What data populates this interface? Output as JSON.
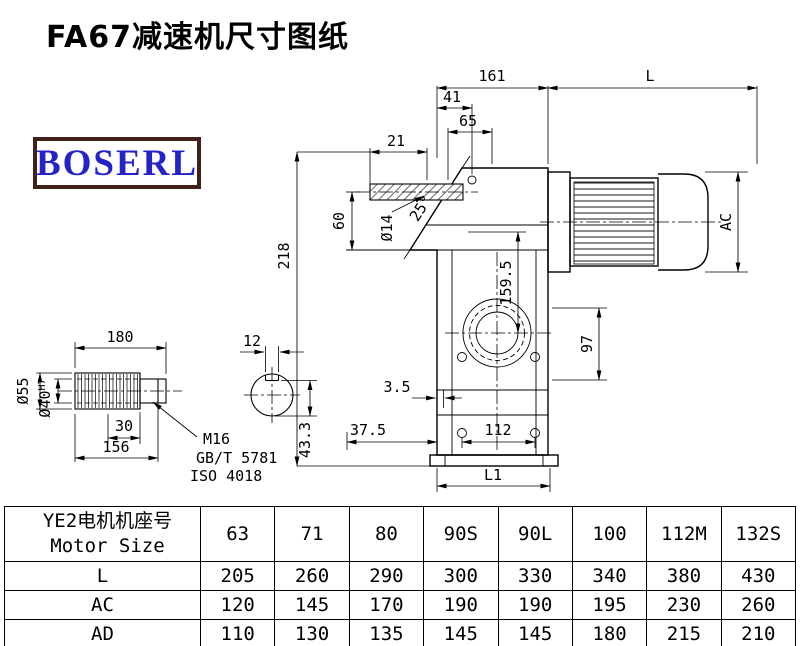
{
  "title": "FA67减速机尺寸图纸",
  "logo": "BOSERL",
  "drawing": {
    "dims": {
      "w161": "161",
      "lenL": "L",
      "d41": "41",
      "d65": "65",
      "d21": "21",
      "d60": "60",
      "dia14": "Ø14",
      "angle25": "25°",
      "h218": "218",
      "h159_5": "159.5",
      "ac": "AC",
      "h97": "97",
      "d3_5": "3.5",
      "d37_5": "37.5",
      "d112": "112",
      "l1": "L1",
      "d180": "180",
      "d12": "12",
      "dia55": "Ø55",
      "dia40": "Ø40",
      "dia40_tol": "H7",
      "d30": "30",
      "d156": "156",
      "thread": "M16",
      "std_gb": "GB/T 5781",
      "std_iso": "ISO 4018",
      "d43_3": "43.3"
    }
  },
  "table": {
    "header": {
      "line1": "YE2电机机座号",
      "line2": "Motor Size",
      "sizes": [
        "63",
        "71",
        "80",
        "90S",
        "90L",
        "100",
        "112M",
        "132S"
      ]
    },
    "rows": [
      {
        "label": "L",
        "values": [
          "205",
          "260",
          "290",
          "300",
          "330",
          "340",
          "380",
          "430"
        ]
      },
      {
        "label": "AC",
        "values": [
          "120",
          "145",
          "170",
          "190",
          "190",
          "195",
          "230",
          "260"
        ]
      },
      {
        "label": "AD",
        "values": [
          "110",
          "130",
          "135",
          "145",
          "145",
          "180",
          "215",
          "210"
        ]
      }
    ]
  }
}
